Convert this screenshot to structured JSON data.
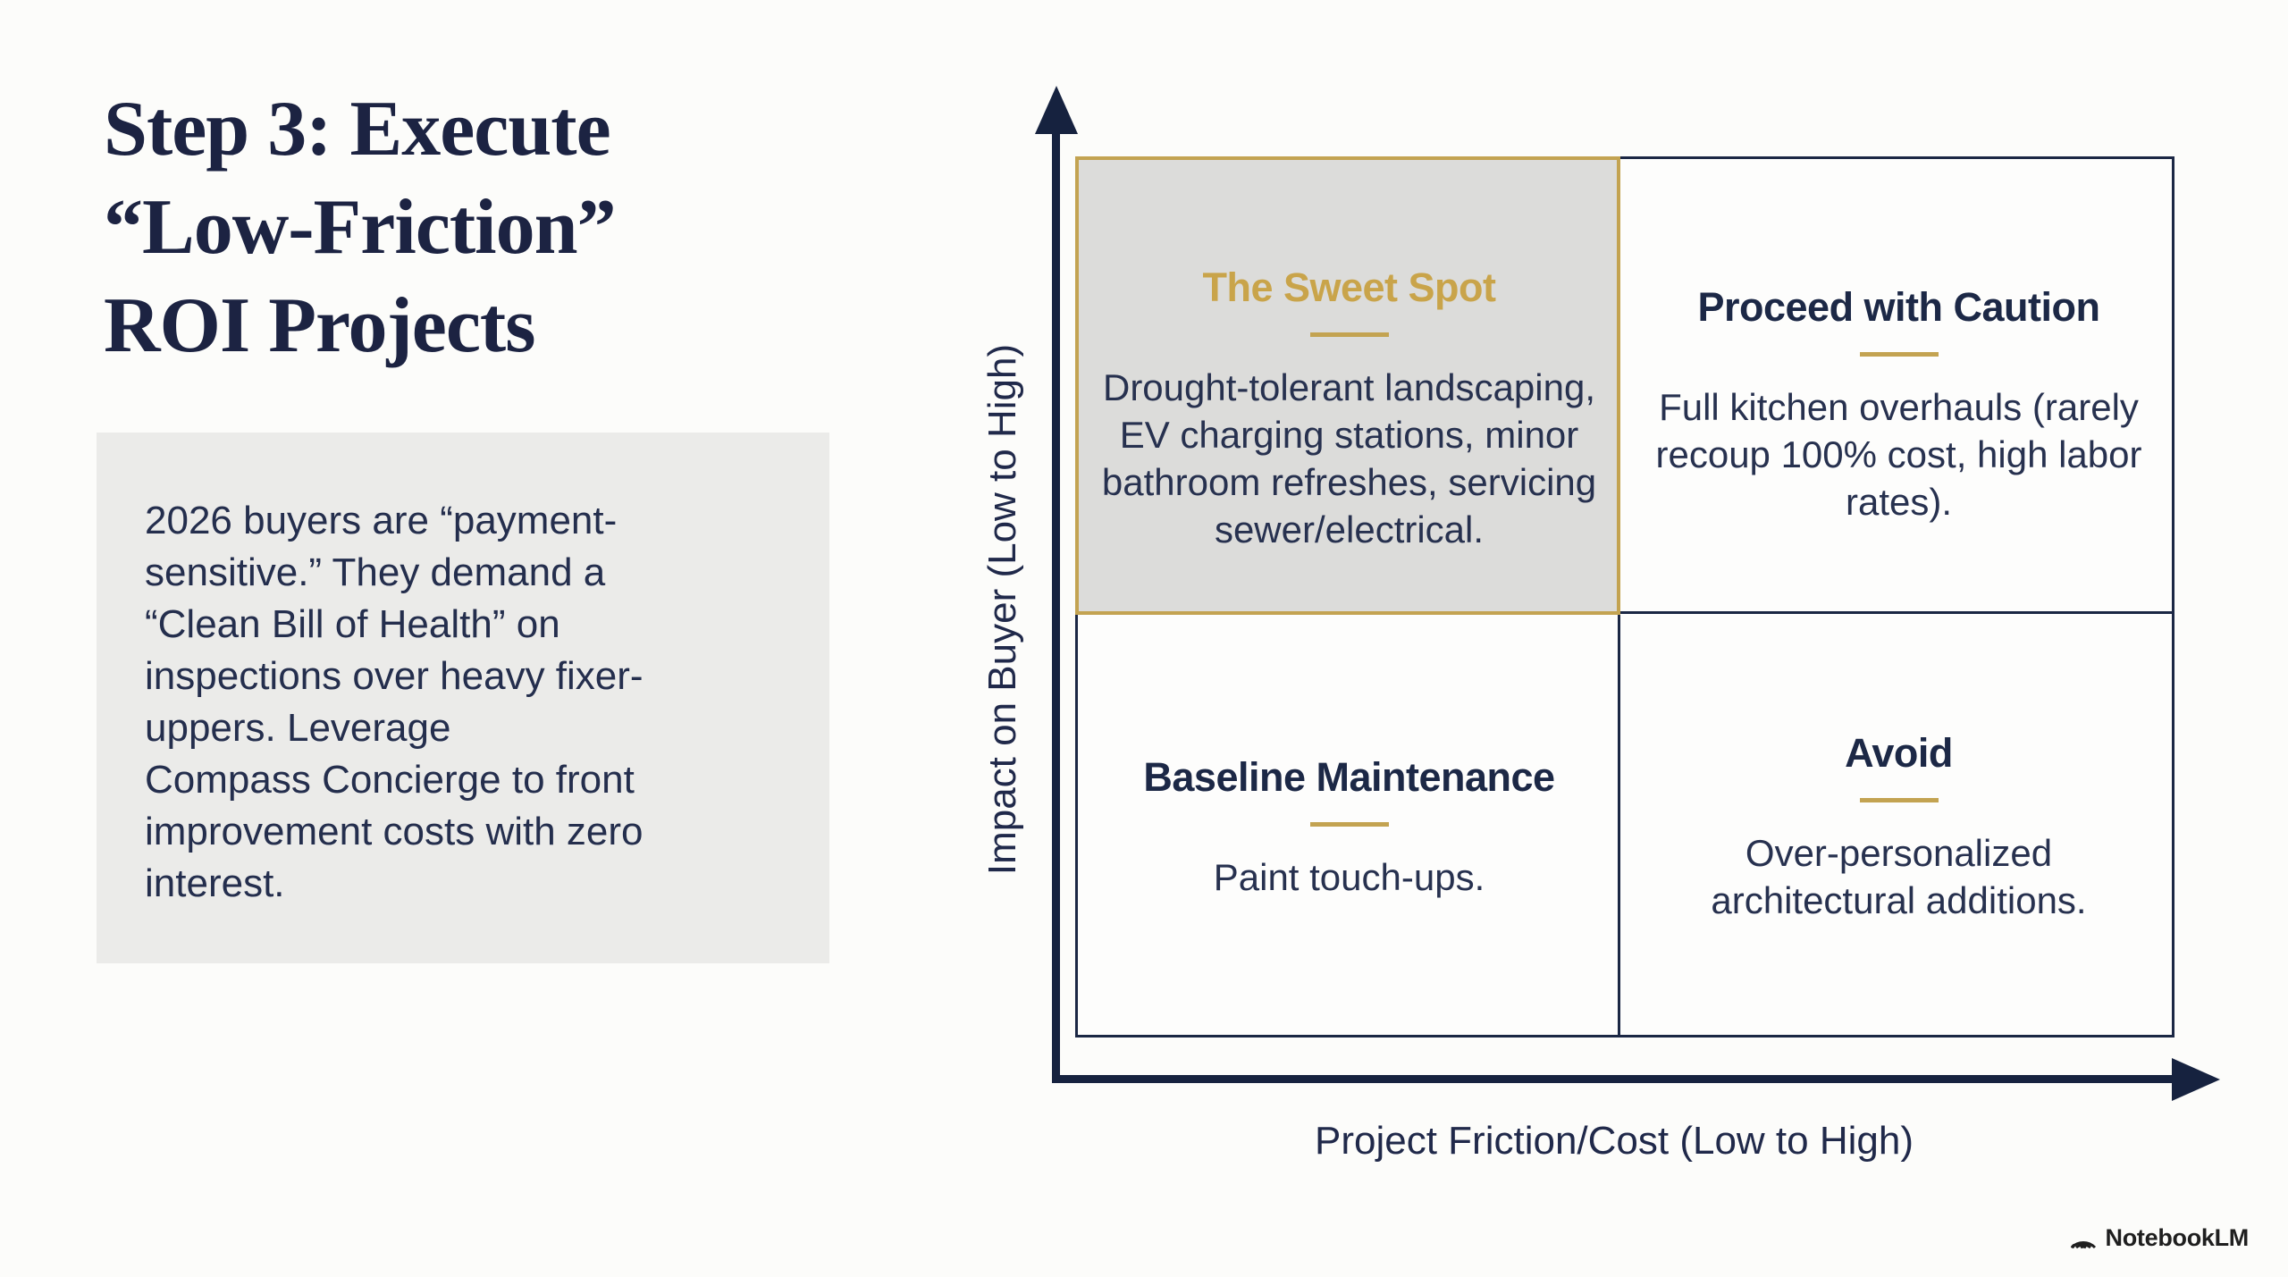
{
  "slide": {
    "title_lines": [
      "Step 3: Execute",
      "“Low-Friction”",
      "ROI Projects"
    ],
    "note_text": "2026 buyers are “payment-sensitive.” They demand a “Clean Bill of Health” on inspections over heavy fixer-uppers. Leverage\nCompass Concierge to front improvement costs with zero interest."
  },
  "matrix": {
    "y_axis_label": "Impact on Buyer (Low to High)",
    "x_axis_label": "Project Friction/Cost (Low to High)",
    "quadrants": [
      {
        "title": "The Sweet Spot",
        "body": "Drought-tolerant landscaping, EV charging stations, minor bathroom refreshes, servicing sewer/electrical.",
        "highlighted": true
      },
      {
        "title": "Proceed with Caution",
        "body": "Full kitchen overhauls (rarely recoup 100% cost, high labor rates).",
        "highlighted": false
      },
      {
        "title": "Baseline Maintenance",
        "body": "Paint touch-ups.",
        "highlighted": false
      },
      {
        "title": "Avoid",
        "body": "Over-personalized architectural additions.",
        "highlighted": false
      }
    ]
  },
  "branding": {
    "logo_text": "NotebookLM"
  },
  "colors": {
    "navy": "#1c2846",
    "gold": "#c3a351",
    "sweet_spot_fill": "#dcdcda",
    "note_fill": "#ebebe9",
    "background": "#fcfcfa"
  }
}
